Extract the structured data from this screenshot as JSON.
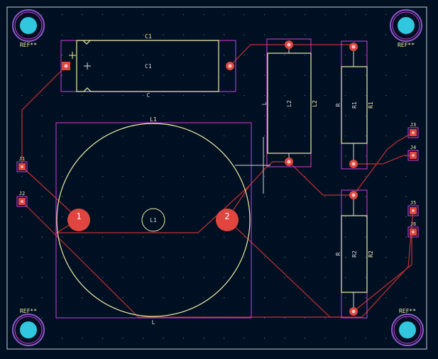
{
  "colors": {
    "background": "#001023",
    "edge": "#c8ccd0",
    "courtyard": "#d53cd8",
    "silkscreen": "#f2eca6",
    "fab": "#d8d8d8",
    "copper": "#e0463f",
    "track": "#c43131",
    "mounting_hole": "#31c7de",
    "hole_ring": "#8a58c8",
    "grid_dot": "#5c6a7a"
  },
  "mounting_holes": {
    "top_left": "REF**",
    "top_right": "REF**",
    "bottom_left": "REF**",
    "bottom_right": "REF**"
  },
  "c1": {
    "ref_top": "C1",
    "ref_fab": "C1",
    "value": "C"
  },
  "l2": {
    "ref": "L2",
    "ref_fab": "L2",
    "value": "L"
  },
  "r1": {
    "ref": "R1",
    "ref_fab": "R1",
    "value": "R"
  },
  "r2": {
    "ref": "R2",
    "ref_fab": "R2",
    "value": "R"
  },
  "l1": {
    "ref_top": "L1",
    "ref_fab": "L1",
    "value": "L",
    "pad1": "1",
    "pad2": "2"
  },
  "connectors": {
    "j1": "J1",
    "j2": "J2",
    "j3": "J3",
    "j4": "J4",
    "j5": "J5",
    "j6": "J6"
  }
}
